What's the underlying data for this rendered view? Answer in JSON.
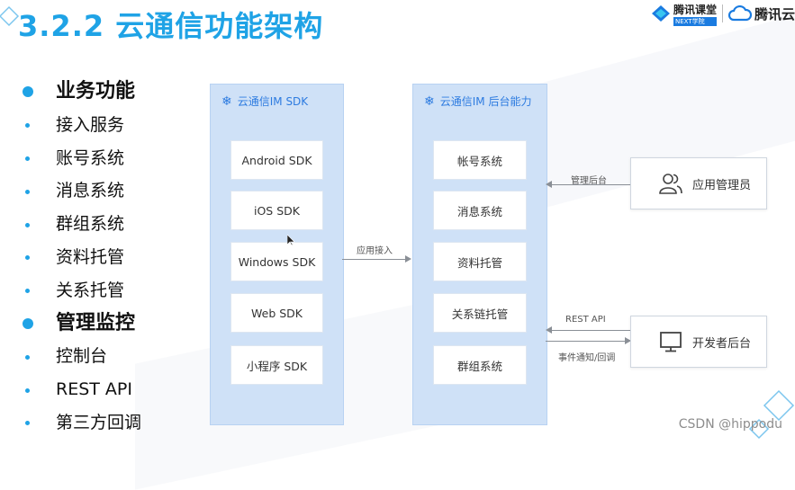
{
  "slide": {
    "title": "3.2.2 云通信功能架构"
  },
  "logos": {
    "edu_name": "腾讯课堂",
    "edu_sub": "NEXT学院",
    "cloud_name": "腾讯云"
  },
  "bullets": [
    {
      "text": "业务功能",
      "level": "head"
    },
    {
      "text": "接入服务",
      "level": "item"
    },
    {
      "text": "账号系统",
      "level": "item"
    },
    {
      "text": "消息系统",
      "level": "item"
    },
    {
      "text": "群组系统",
      "level": "item"
    },
    {
      "text": "资料托管",
      "level": "item"
    },
    {
      "text": "关系托管",
      "level": "item"
    },
    {
      "text": "管理监控",
      "level": "head"
    },
    {
      "text": "控制台",
      "level": "item"
    },
    {
      "text": "REST API",
      "level": "item"
    },
    {
      "text": "第三方回调",
      "level": "item"
    }
  ],
  "diagram": {
    "sdk_panel": {
      "title": "云通信IM SDK",
      "items": [
        "Android SDK",
        "iOS SDK",
        "Windows SDK",
        "Web SDK",
        "小程序 SDK"
      ]
    },
    "backend_panel": {
      "title": "云通信IM 后台能力",
      "items": [
        "帐号系统",
        "消息系统",
        "资料托管",
        "关系链托管",
        "群组系统"
      ]
    },
    "edge_app_access": "应用接入",
    "edge_admin": "管理后台",
    "edge_rest": "REST API",
    "edge_callback": "事件通知/回调",
    "admin_card": "应用管理员",
    "dev_card": "开发者后台"
  },
  "watermark": "CSDN @hippodu",
  "colors": {
    "title_blue": "#1fa3e6",
    "panel_blue": "#cfe1f7",
    "panel_title_blue": "#2d7be0"
  },
  "icons": [
    "snowflake-icon",
    "users-icon",
    "monitor-icon",
    "cloud-logo-icon",
    "classroom-logo-icon"
  ]
}
